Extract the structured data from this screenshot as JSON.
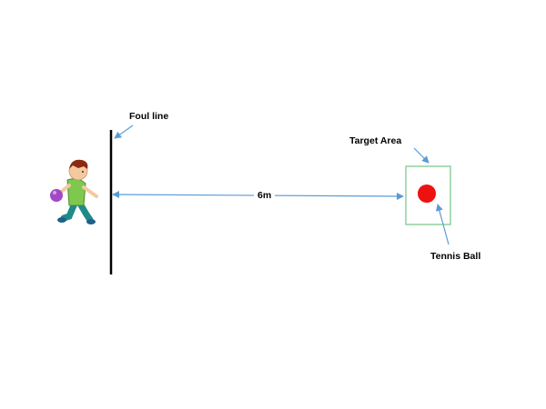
{
  "labels": {
    "foul_line": "Foul line",
    "target_area": "Target Area",
    "distance": "6m",
    "tennis_ball": "Tennis Ball"
  },
  "colors": {
    "arrow": "#5b9bd5",
    "foul_line": "#000000",
    "target_border": "#8fd19e",
    "ball": "#ee1111",
    "bowling_ball": "#a347c7",
    "shirt": "#7ec850",
    "pants": "#1f8a8a",
    "hair": "#8b2a12",
    "skin": "#f5c9a0"
  },
  "icons": {
    "player": "bowler-child-icon",
    "ball": "tennis-ball-icon"
  }
}
